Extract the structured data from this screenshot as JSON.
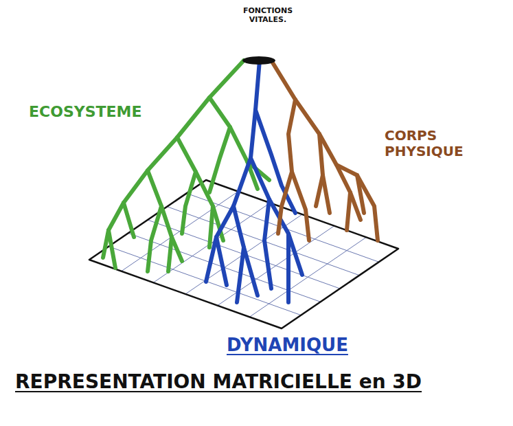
{
  "diagram": {
    "title": "REPRESENTATION MATRICIELLE en 3D",
    "labels": [
      "FONCTIONS VITALES.",
      "ECOSYSTEME",
      "CORPS PHYSIQUE",
      "DYNAMIQUE"
    ]
  }
}
